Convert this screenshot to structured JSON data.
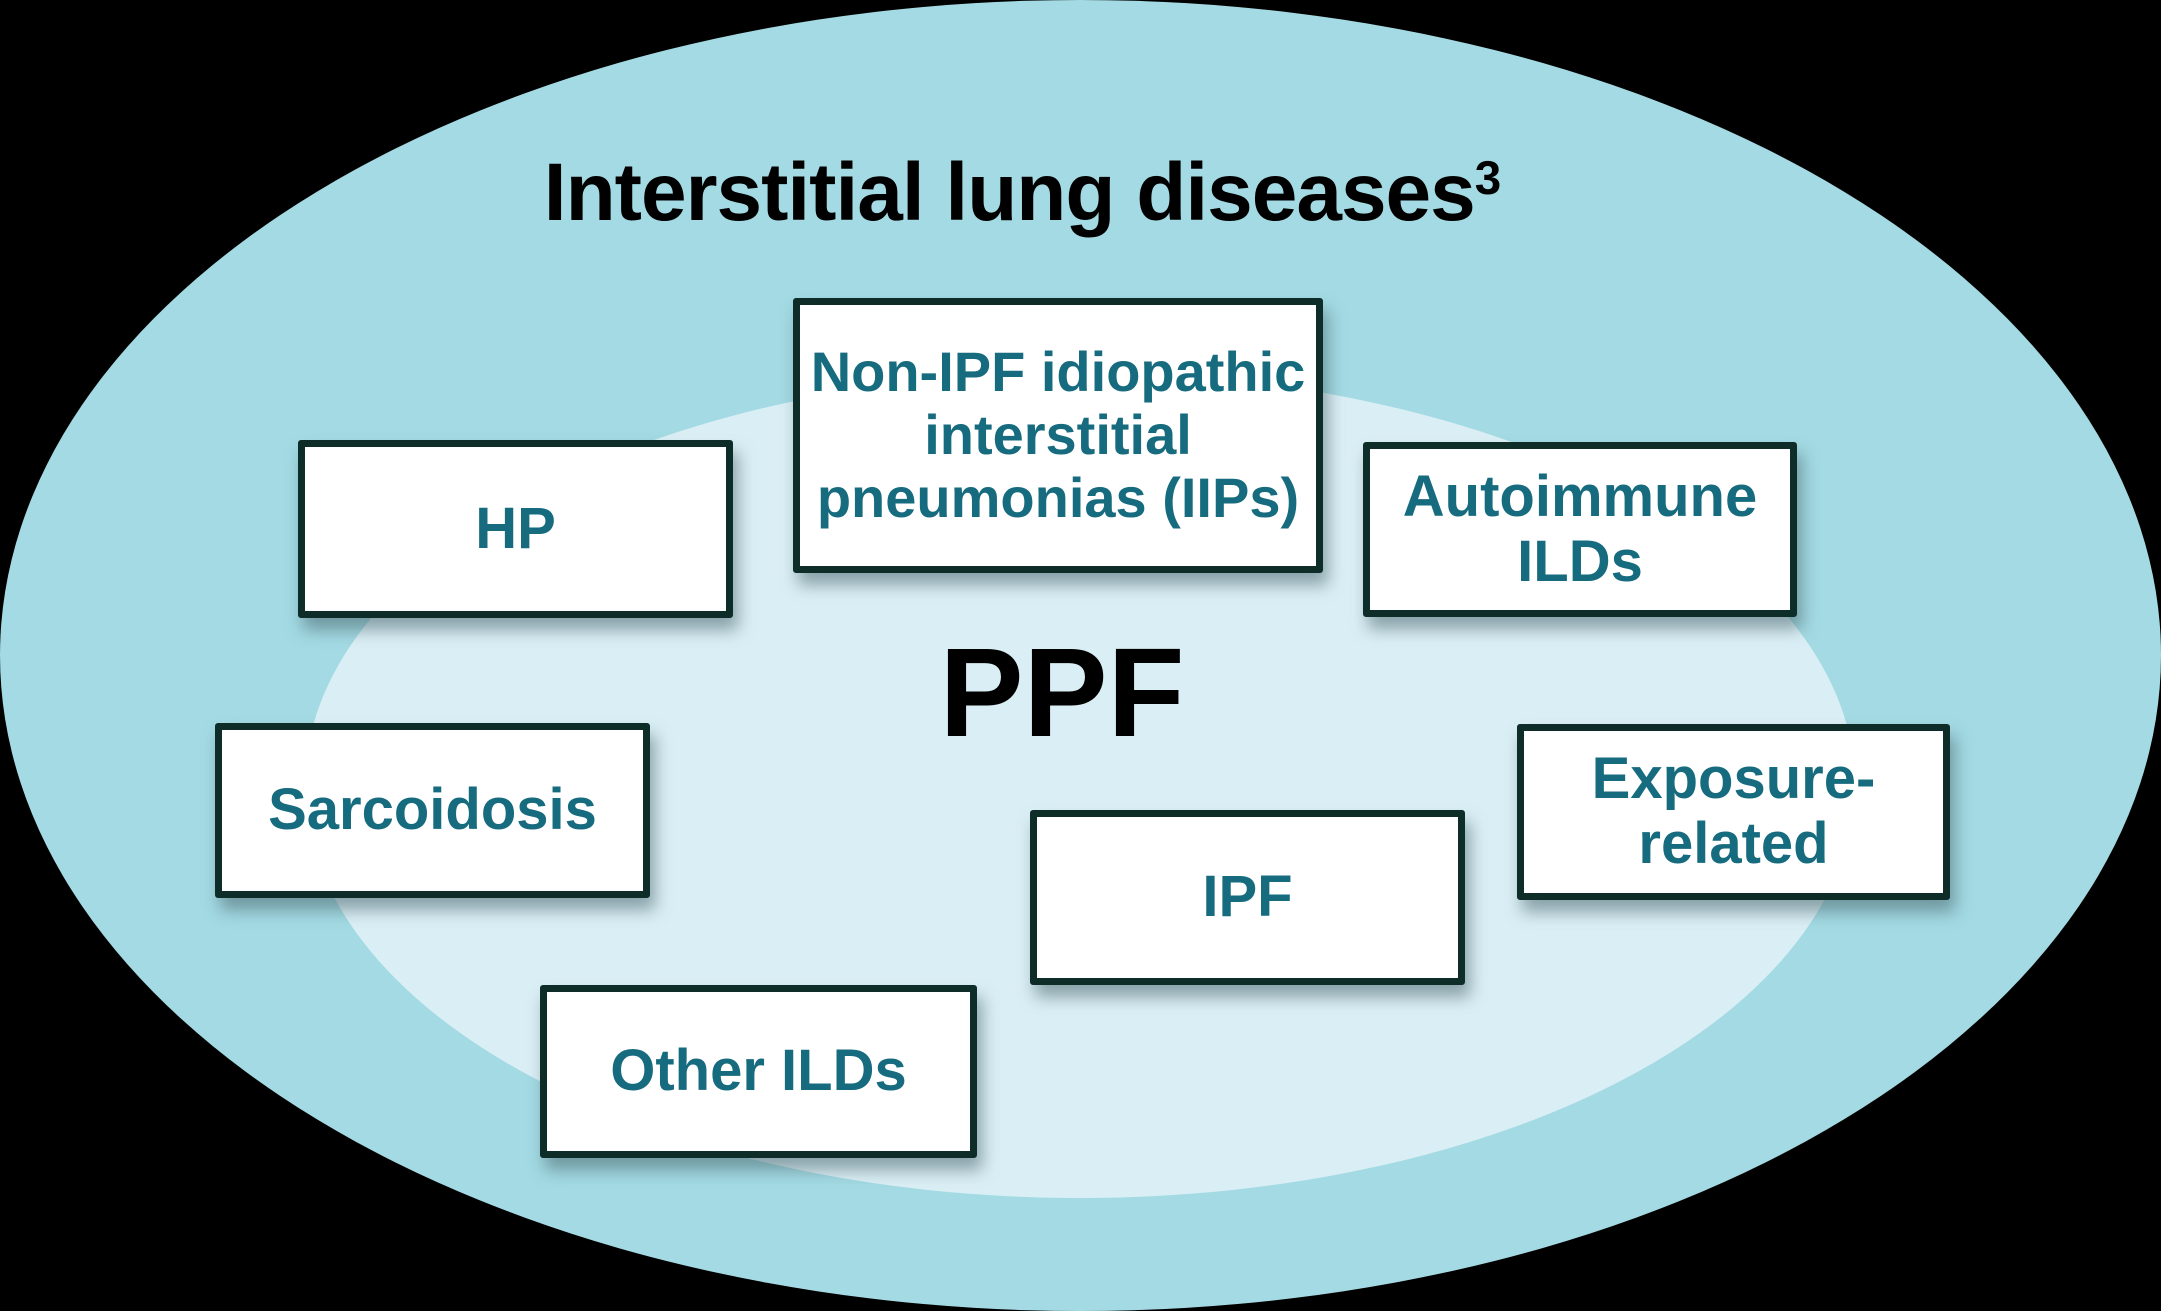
{
  "title": {
    "text": "Interstitial lung diseases",
    "superscript": "3"
  },
  "center_label": "PPF",
  "boxes": [
    {
      "id": "non-ipf-iips",
      "label": "Non-IPF idiopathic\ninterstitial\npneumonias (IIPs)"
    },
    {
      "id": "hp",
      "label": "HP"
    },
    {
      "id": "autoimmune-ilds",
      "label": "Autoimmune\nILDs"
    },
    {
      "id": "sarcoidosis",
      "label": "Sarcoidosis"
    },
    {
      "id": "ipf",
      "label": "IPF"
    },
    {
      "id": "exposure-related",
      "label": "Exposure-\nrelated"
    },
    {
      "id": "other-ilds",
      "label": "Other ILDs"
    }
  ],
  "colors": {
    "background": "#000000",
    "outer_ellipse": "#A3DAE3",
    "inner_ellipse": "#DAEFF5",
    "box_border": "#0F2D28",
    "box_background": "#FFFFFF",
    "box_text": "#166B7E",
    "title_text": "#000000",
    "center_label_text": "#000000"
  }
}
